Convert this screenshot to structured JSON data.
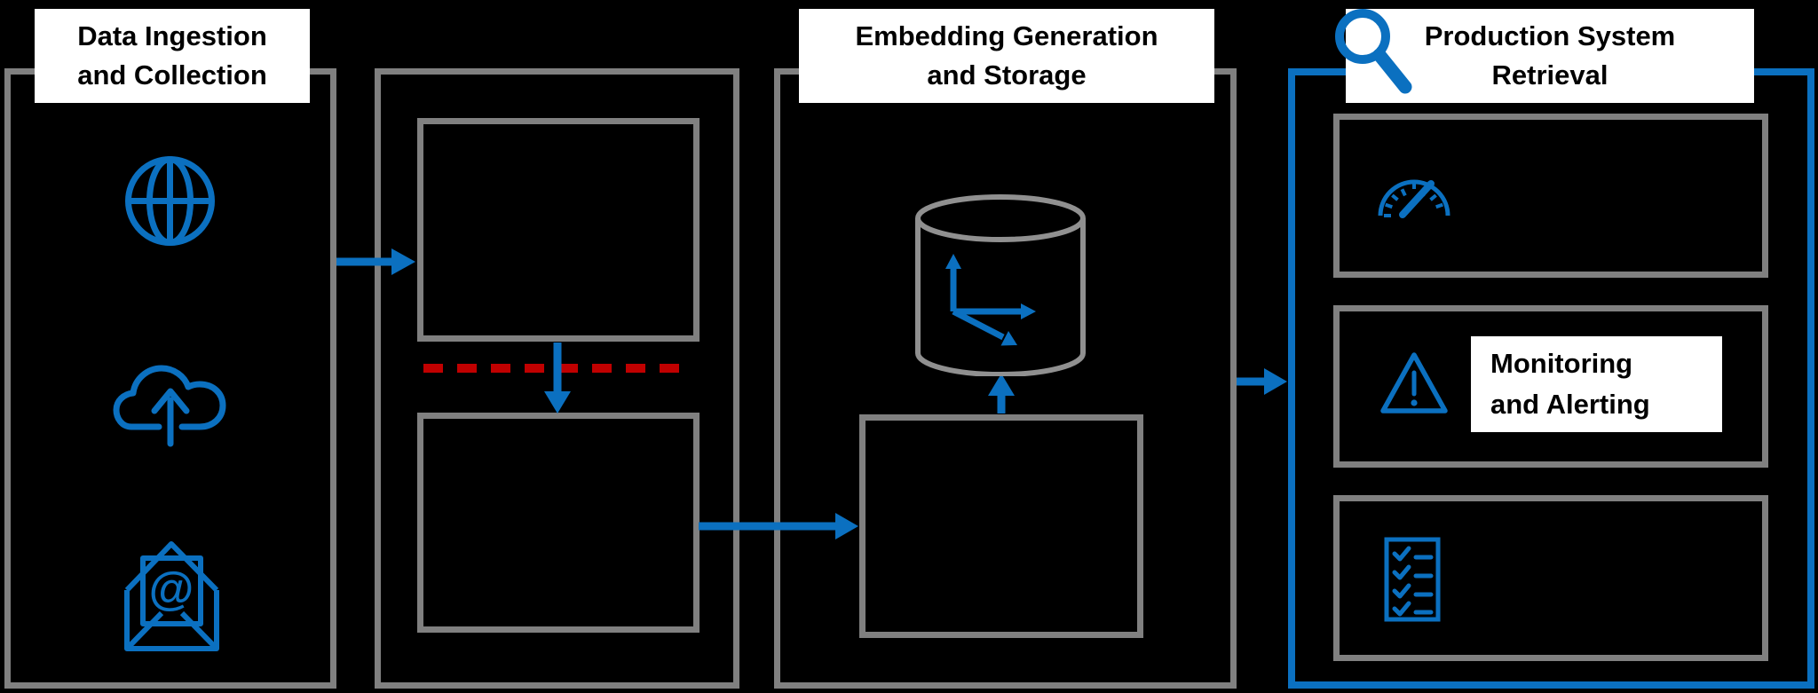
{
  "diagram": {
    "type": "pipeline-architecture",
    "colors": {
      "background": "#000000",
      "panel_border_gray": "#808080",
      "accent_blue": "#0B70C0",
      "dashed_line_red": "#C00000",
      "label_background": "#FFFFFF",
      "label_text": "#000000"
    },
    "stages": [
      {
        "name": "data-ingestion",
        "label_line1": "Data Ingestion",
        "label_line2": "and Collection",
        "icons": [
          "globe-icon",
          "cloud-upload-icon",
          "email-open-icon"
        ]
      },
      {
        "name": "processing",
        "label_line1": "",
        "label_line2": "",
        "icons": [],
        "note": "two unlabeled boxes separated by red dashed divider with downward arrow"
      },
      {
        "name": "embedding",
        "label_line1": "Embedding Generation",
        "label_line2": "and Storage",
        "icons": [
          "vector-database-icon"
        ]
      },
      {
        "name": "production",
        "label_line1": "Production System",
        "label_line2": "Retrieval",
        "icons": [
          "magnifier-icon",
          "speedometer-icon",
          "warning-triangle-icon",
          "checklist-icon"
        ],
        "monitoring_line1": "Monitoring",
        "monitoring_line2": "and Alerting"
      }
    ],
    "connections": [
      {
        "from": "data-ingestion-panel",
        "to": "processing-top-box",
        "style": "blue-arrow-right"
      },
      {
        "from": "processing-top-box",
        "to": "processing-bottom-box",
        "style": "blue-arrow-down-across-red-dashed-line"
      },
      {
        "from": "processing-bottom-box",
        "to": "embedding-bottom-box",
        "style": "blue-arrow-right"
      },
      {
        "from": "embedding-bottom-box",
        "to": "vector-database-cylinder",
        "style": "blue-arrow-up"
      },
      {
        "from": "embedding-panel",
        "to": "production-panel",
        "style": "blue-arrow-right"
      }
    ]
  }
}
